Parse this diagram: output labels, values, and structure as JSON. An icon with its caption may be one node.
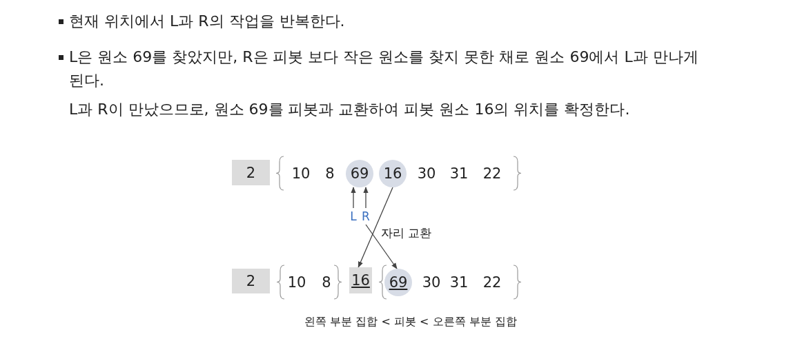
{
  "diagram": {
    "nodes": [
      {
        "text": [
          "2"
        ]
      },
      {
        "text": [
          "69"
        ]
      },
      {
        "text": [
          "16"
        ]
      },
      {
        "text": [
          "L"
        ]
      },
      {
        "text": [
          "R"
        ]
      },
      {
        "text": [
          "2"
        ]
      },
      {
        "text": [
          "16"
        ]
      },
      {
        "text": [
          "69"
        ]
      }
    ],
    "edges": [
      {
        "from": 3,
        "to": 1,
        "arrow": "to"
      },
      {
        "from": 4,
        "to": 1,
        "arrow": "to"
      },
      {
        "from": 2,
        "to": 6,
        "arrow": "to"
      },
      {
        "from": 4,
        "to": 7,
        "arrow": "to"
      }
    ],
    "labels": [
      "현재 위치에서 L과 R의 작업을 반복한다.",
      "L은 원소 69를 찾았지만, R은 피봇 보다 작은 원소를 찾지 못한 채로 원소 69에서 L과 만나게 된다.",
      "L과 R이 만났으므로, 원소 69를 피봇과 교환하여 피봇 원소 16의 위치를 확정한다.",
      "10",
      "8",
      "30",
      "31",
      "22",
      "10",
      "8",
      "30",
      "31",
      "22",
      "자리 교환",
      "왼쪽 부분 집합 < 피봇 < 오른쪽 부분 집합"
    ]
  }
}
